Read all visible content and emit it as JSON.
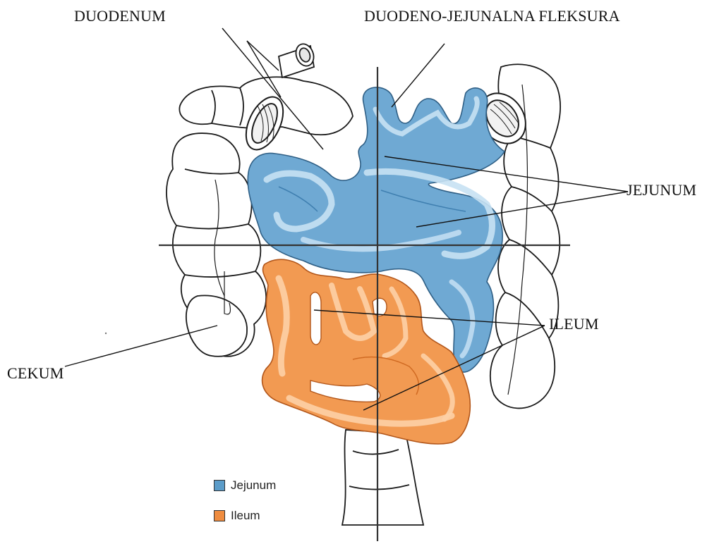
{
  "labels": {
    "duodenum": "DUODENUM",
    "flexure": "DUODENO-JEJUNALNA FLEKSURA",
    "jejunum": "JEJUNUM",
    "ileum": "ILEUM",
    "cecum": "CEKUM"
  },
  "legend": {
    "items": [
      {
        "label": "Jejunum",
        "color": "#5b9cc9"
      },
      {
        "label": "Ileum",
        "color": "#ef8c3f"
      }
    ]
  },
  "colors": {
    "jejunum_fill": "#6fa9d3",
    "jejunum_dark": "#3f7fb0",
    "jejunum_light": "#b8d8ee",
    "ileum_fill": "#f29a52",
    "ileum_dark": "#d06a22",
    "ileum_light": "#fbc99a",
    "outline": "#1a1a1a",
    "colon_fill": "#ffffff",
    "guide_line": "#333333"
  }
}
